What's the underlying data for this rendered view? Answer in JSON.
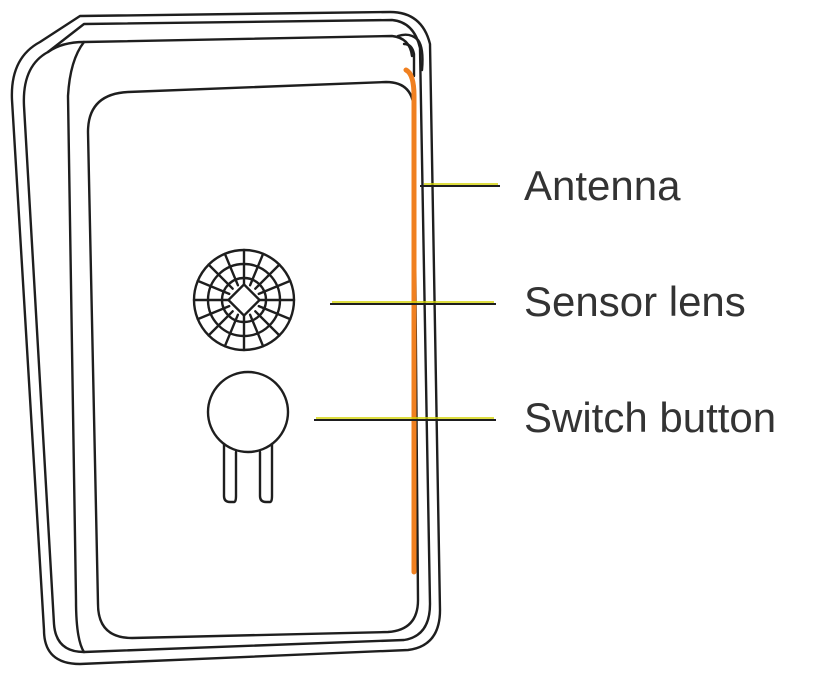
{
  "labels": {
    "antenna": "Antenna",
    "sensor_lens": "Sensor lens",
    "switch_button": "Switch button"
  },
  "colors": {
    "outline": "#1e1e1e",
    "antenna": "#f08020",
    "leader_line": "#d4d400",
    "label_text": "#333333"
  }
}
